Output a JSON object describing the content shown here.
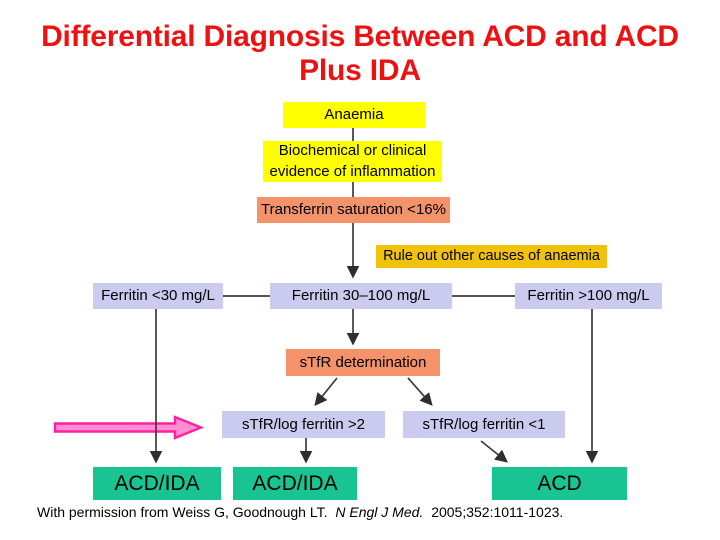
{
  "slide": {
    "title": "Differential Diagnosis Between ACD and ACD Plus IDA",
    "caption": {
      "prefix": "With permission from Weiss G, Goodnough LT.",
      "journal": "N Engl J Med.",
      "suffix": "2005;352:1011-1023."
    }
  },
  "palette": {
    "title_red": "#ee1111",
    "yellow": "#ffff00",
    "salmon": "#f4926a",
    "gold": "#f0c20c",
    "lavender": "#cbcbef",
    "green": "#17c492",
    "highlight_pink": "#ff1fa3",
    "highlight_pink_fill": "#ff8fd0",
    "connector": "#3c3c3c"
  },
  "nodes": {
    "anaemia": {
      "label": "Anaemia",
      "color": "#ffff00"
    },
    "inflammation": {
      "label": "Biochemical or clinical evidence of inflammation",
      "color": "#ffff00"
    },
    "transferrin": {
      "label": "Transferrin saturation <16%",
      "color": "#f4926a"
    },
    "rule_out": {
      "label": "Rule out other causes of anaemia",
      "color": "#f0c20c"
    },
    "ferritin_low": {
      "label": "Ferritin <30 mg/L",
      "color": "#cbcbef"
    },
    "ferritin_mid": {
      "label": "Ferritin 30–100 mg/L",
      "color": "#cbcbef"
    },
    "ferritin_high": {
      "label": "Ferritin >100 mg/L",
      "color": "#cbcbef"
    },
    "stfr": {
      "label": "sTfR determination",
      "color": "#f4926a"
    },
    "ratio_gt2": {
      "label": "sTfR/log ferritin >2",
      "color": "#cbcbef"
    },
    "ratio_lt1": {
      "label": "sTfR/log ferritin <1",
      "color": "#cbcbef"
    },
    "acd_ida_left": {
      "label": "ACD/IDA",
      "color": "#17c492"
    },
    "acd_ida_mid": {
      "label": "ACD/IDA",
      "color": "#17c492"
    },
    "acd": {
      "label": "ACD",
      "color": "#17c492"
    }
  },
  "edges": [
    {
      "from": "anaemia",
      "to": "inflammation",
      "arrow": false
    },
    {
      "from": "inflammation",
      "to": "transferrin",
      "arrow": false
    },
    {
      "from": "transferrin",
      "to": "ferritin_mid",
      "arrow": true
    },
    {
      "from": "ferritin_low",
      "to": "ferritin_mid",
      "arrow": false
    },
    {
      "from": "ferritin_mid",
      "to": "ferritin_high",
      "arrow": false
    },
    {
      "from": "ferritin_mid",
      "to": "stfr",
      "arrow": true
    },
    {
      "from": "stfr",
      "to": "ratio_gt2",
      "arrow": true
    },
    {
      "from": "stfr",
      "to": "ratio_lt1",
      "arrow": true
    },
    {
      "from": "ferritin_low",
      "to": "acd_ida_left",
      "arrow": true
    },
    {
      "from": "ratio_gt2",
      "to": "acd_ida_mid",
      "arrow": true
    },
    {
      "from": "ratio_lt1",
      "to": "acd",
      "arrow": true
    },
    {
      "from": "ferritin_high",
      "to": "acd",
      "arrow": true
    }
  ]
}
